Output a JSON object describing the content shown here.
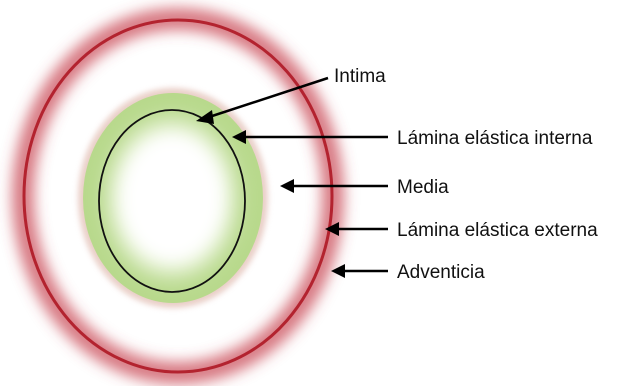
{
  "labels": {
    "intima": "Intima",
    "lamina_interna": "Lámina elástica interna",
    "media": "Media",
    "lamina_externa": "Lámina elástica externa",
    "adventicia": "Adventicia"
  },
  "colors": {
    "adventicia_glow": "#c94a55",
    "adventicia_line": "#b3232f",
    "media_green": "#b8d98c",
    "media_edge": "#d89a8a",
    "intima_line": "#111111",
    "arrow": "#000000"
  }
}
